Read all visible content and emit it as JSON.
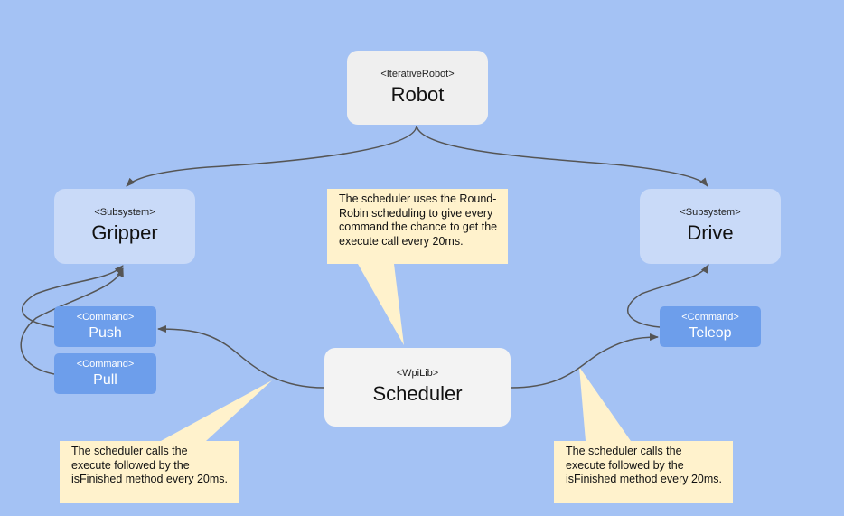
{
  "nodes": {
    "robot": {
      "stereotype": "<IterativeRobot>",
      "name": "Robot"
    },
    "gripper": {
      "stereotype": "<Subsystem>",
      "name": "Gripper"
    },
    "drive": {
      "stereotype": "<Subsystem>",
      "name": "Drive"
    },
    "push": {
      "stereotype": "<Command>",
      "name": "Push"
    },
    "pull": {
      "stereotype": "<Command>",
      "name": "Pull"
    },
    "teleop": {
      "stereotype": "<Command>",
      "name": "Teleop"
    },
    "scheduler": {
      "stereotype": "<WpiLib>",
      "name": "Scheduler"
    }
  },
  "notes": {
    "top": "The scheduler uses the Round-Robin scheduling to give every command the chance to get the execute call every 20ms.",
    "left": "The scheduler calls the execute followed by the isFinished method every 20ms.",
    "right": "The scheduler calls the execute followed by the isFinished method every 20ms."
  },
  "colors": {
    "background": "#a4c2f4",
    "robot_box": "#efefef",
    "subsystem_box": "#c9daf8",
    "command_box": "#6d9eeb",
    "note": "#fff2cc",
    "connector": "#555555"
  }
}
